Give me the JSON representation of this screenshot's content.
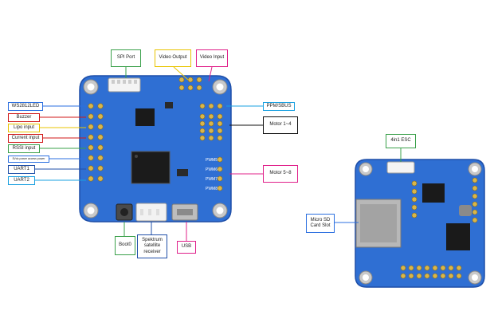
{
  "colors": {
    "board": "#2f6fd3",
    "board_dark": "#1f4fa8",
    "pad": "#d9b64a",
    "green": "#3aa04a",
    "magenta": "#e0208a",
    "yellow": "#e8c400",
    "red": "#d01818",
    "blue": "#2b6fe0",
    "cyan": "#1aa0e0",
    "black": "#111111"
  },
  "labels": {
    "spi_port": "SPI Port",
    "video_output": "Video Output",
    "video_input": "Video Input",
    "ws2812led": "WS2812LED",
    "buzzer": "Buzzer",
    "lipo_input": "Lipo input",
    "current_input": "Current input",
    "rssi_input": "RSSI input",
    "small_label": "5Vdc power access power",
    "uart1": "UART1",
    "uart2": "UART2",
    "ppm_sbus": "PPM/SBUS",
    "motor_1_4": "Motor 1~4",
    "motor_5_8": "Motor 5~8",
    "boot0": "Boot0",
    "spektrum": "Spektrum satellite receiver",
    "usb": "USB",
    "esc_4in1": "4in1 ESC",
    "micro_sd": "Micro SD Card Slot"
  },
  "silkscreen": {
    "pwm5": "PWM5",
    "pwm6": "PWM6",
    "pwm7": "PWM7",
    "pwm8": "PWM8"
  }
}
